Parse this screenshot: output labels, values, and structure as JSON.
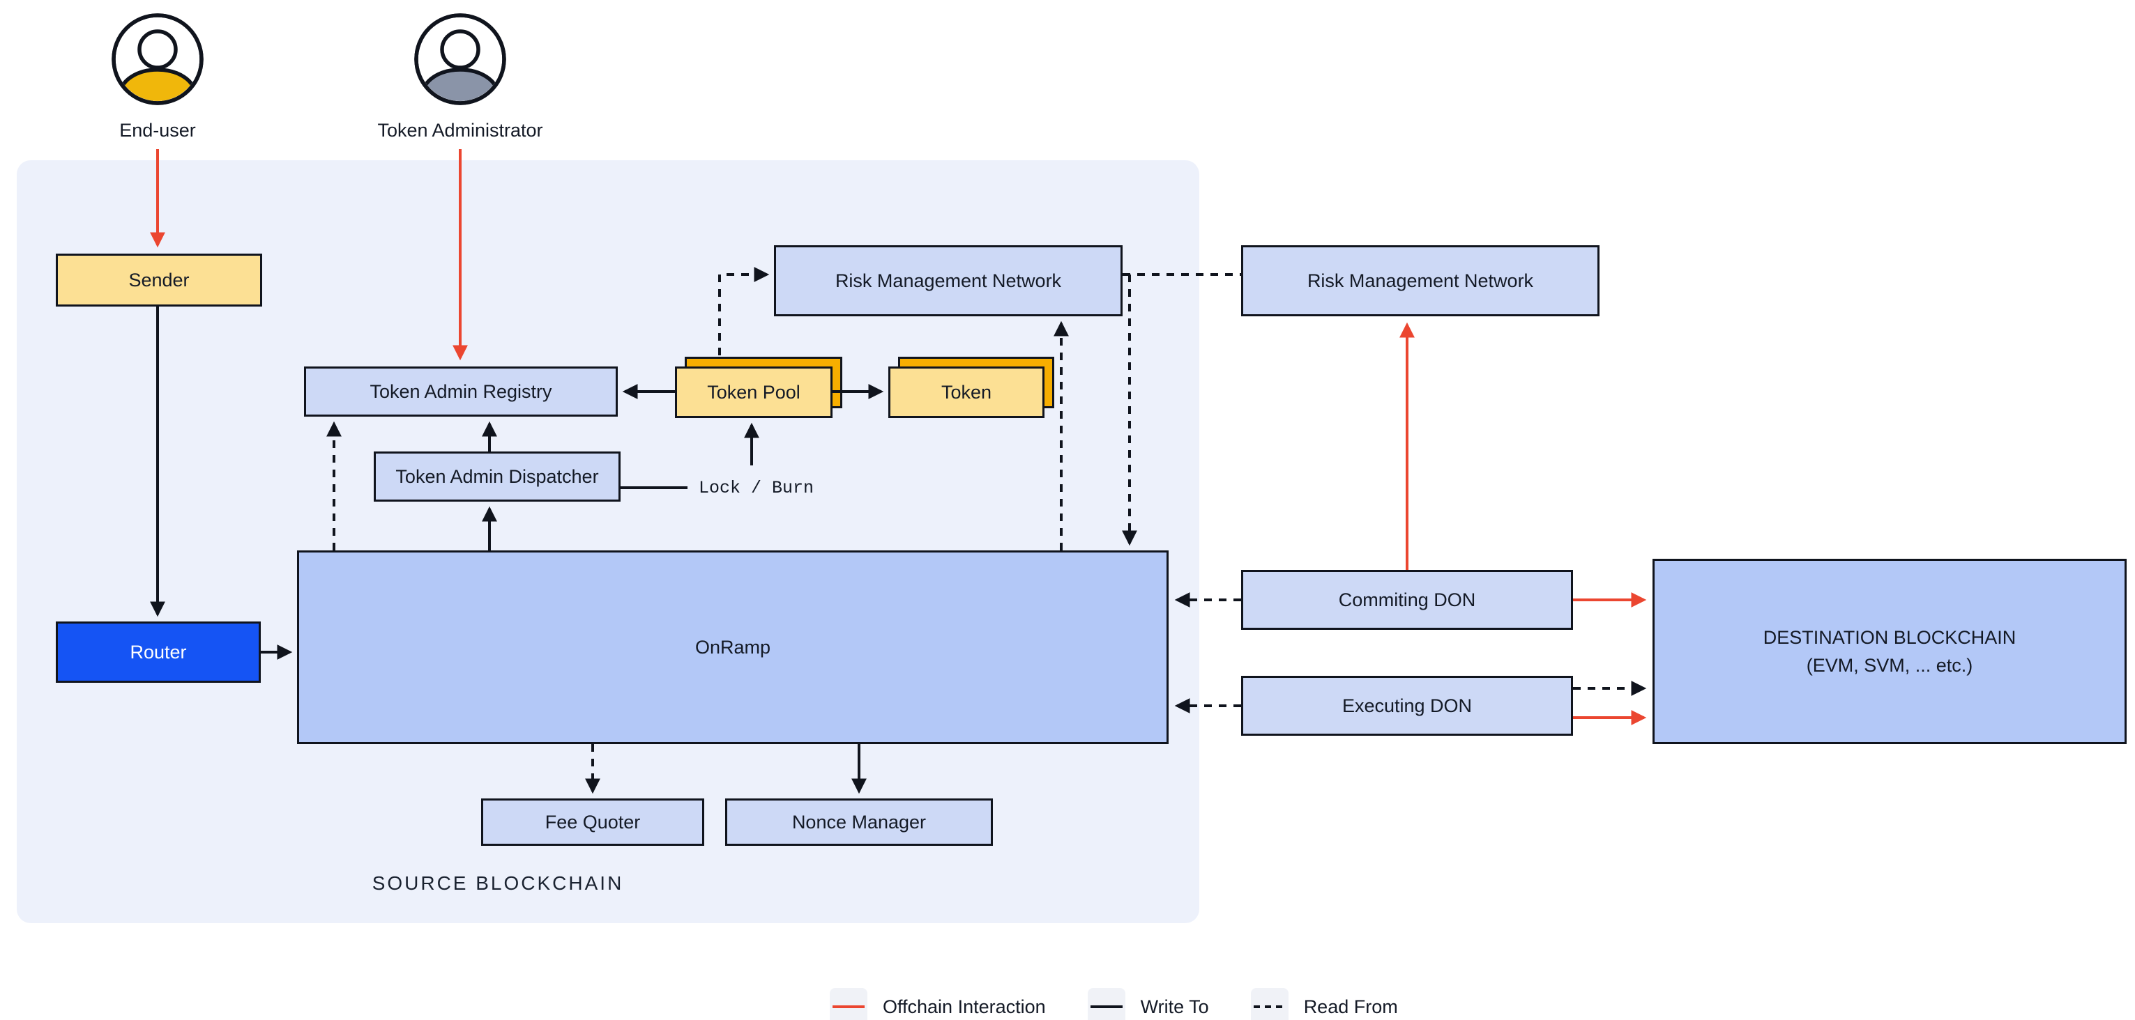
{
  "actors": {
    "end_user": {
      "label": "End-user",
      "shoulder_color": "#F0B70B"
    },
    "token_admin": {
      "label": "Token Administrator",
      "shoulder_color": "#8A94A8"
    }
  },
  "source": {
    "panel_label": "SOURCE BLOCKCHAIN",
    "sender": "Sender",
    "router": "Router",
    "token_admin_registry": "Token Admin Registry",
    "token_admin_dispatcher": "Token Admin Dispatcher",
    "token_pool": "Token Pool",
    "token": "Token",
    "lock_burn": "Lock / Burn",
    "onramp": "OnRamp",
    "fee_quoter": "Fee Quoter",
    "nonce_manager": "Nonce Manager",
    "risk_management_network": "Risk Management Network"
  },
  "offchain": {
    "risk_management_network": "Risk Management Network",
    "commiting_don": "Commiting DON",
    "executing_don": "Executing DON"
  },
  "destination": {
    "line1": "DESTINATION BLOCKCHAIN",
    "line2": "(EVM, SVM, ... etc.)"
  },
  "legend": {
    "offchain": "Offchain Interaction",
    "write_to": "Write To",
    "read_from": "Read From"
  },
  "colors": {
    "panel_bg": "#EDF1FB",
    "node_blue": "#CDD9F6",
    "node_blue_large": "#B3C8F7",
    "node_yellow": "#FCE094",
    "node_orange_back": "#F7AE00",
    "router_blue": "#1554F4",
    "border_dark": "#10141D",
    "offchain_red": "#EB4630",
    "legend_swatch_bg": "#F0F2F7"
  }
}
